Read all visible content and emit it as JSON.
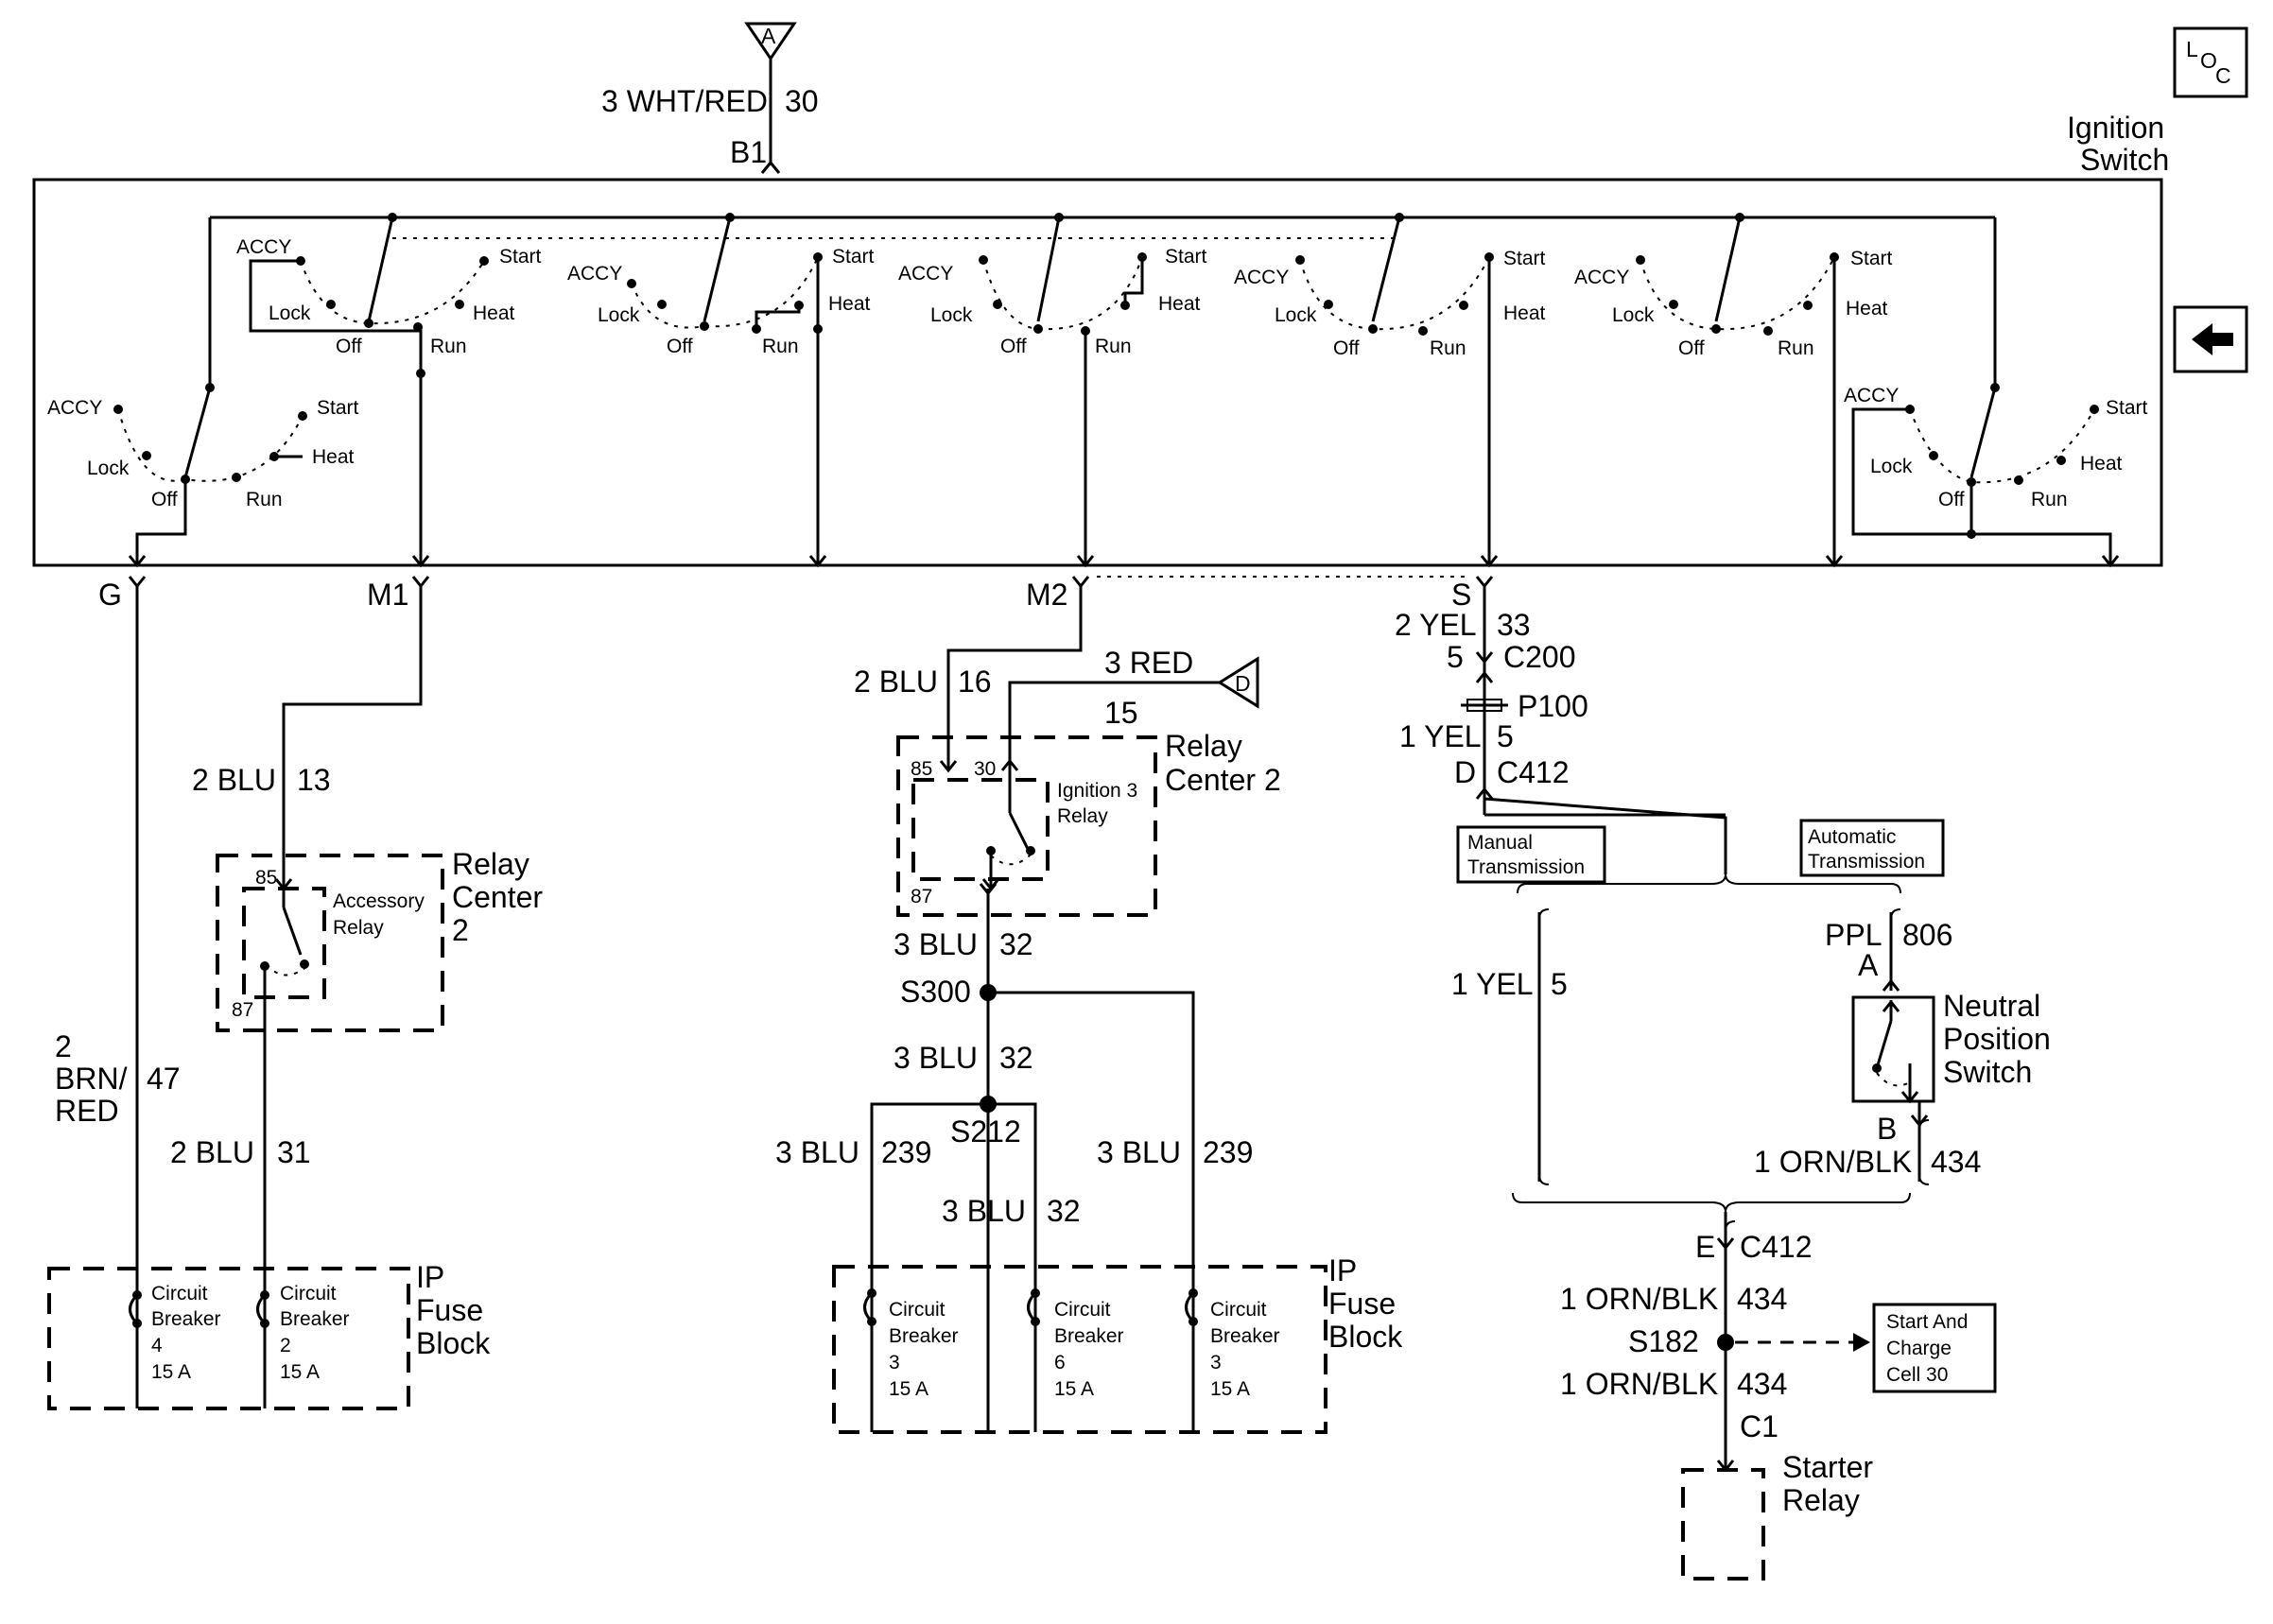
{
  "top": {
    "connector_a": "A",
    "wire_top": "3 WHT/RED",
    "wire_top_circuit": "30",
    "pin_b1": "B1",
    "loc_l": "L",
    "loc_o": "O",
    "loc_c": "C",
    "ignition_switch": [
      "Ignition",
      "Switch"
    ]
  },
  "positions": {
    "accy": "ACCY",
    "lock": "Lock",
    "off": "Off",
    "run": "Run",
    "start": "Start",
    "heat": "Heat"
  },
  "bottom_pins": {
    "g": "G",
    "m1": "M1",
    "m2": "M2",
    "s": "S"
  },
  "left": {
    "wire_brn_size": "2",
    "wire_brn_color": [
      "BRN/",
      "RED"
    ],
    "wire_brn_circuit": "47",
    "wire_m1": "2 BLU",
    "wire_m1_circuit": "13",
    "relay_center": [
      "Relay",
      "Center",
      "2"
    ],
    "accessory_relay": [
      "Accessory",
      "Relay"
    ],
    "pin_85": "85",
    "pin_87": "87",
    "wire_31": "2 BLU",
    "wire_31_circuit": "31",
    "cb4": [
      "Circuit",
      "Breaker",
      "4",
      "15 A"
    ],
    "cb2": [
      "Circuit",
      "Breaker",
      "2",
      "15 A"
    ],
    "ip_fuse_block": [
      "IP",
      "Fuse",
      "Block"
    ]
  },
  "middle": {
    "wire_m2": "2 BLU",
    "wire_m2_circuit": "16",
    "wire_red": "3 RED",
    "wire_red_circuit": "15",
    "connector_d": "D",
    "relay_center": [
      "Relay",
      "Center 2"
    ],
    "ignition3_relay": [
      "Ignition 3",
      "Relay"
    ],
    "pin_85": "85",
    "pin_30": "30",
    "pin_87": "87",
    "wire_32a": "3 BLU",
    "wire_32a_circuit": "32",
    "s300": "S300",
    "wire_32b": "3 BLU",
    "wire_32b_circuit": "32",
    "s212": "S212",
    "wire_239l": "3 BLU",
    "wire_239l_circuit": "239",
    "wire_239r": "3 BLU",
    "wire_239r_circuit": "239",
    "wire_32c": "3 BLU",
    "wire_32c_circuit": "32",
    "cb3a": [
      "Circuit",
      "Breaker",
      "3",
      "15 A"
    ],
    "cb6": [
      "Circuit",
      "Breaker",
      "6",
      "15 A"
    ],
    "cb3b": [
      "Circuit",
      "Breaker",
      "3",
      "15 A"
    ],
    "ip_fuse_block": [
      "IP",
      "Fuse",
      "Block"
    ]
  },
  "right": {
    "wire_s": "2 YEL",
    "wire_s_circuit": "33",
    "pin_5": "5",
    "c200": "C200",
    "p100": "P100",
    "wire_1yel": "1 YEL",
    "pin_5b": "5",
    "pin_d": "D",
    "c412": "C412",
    "manual": [
      "Manual",
      "Transmission"
    ],
    "automatic": [
      "Automatic",
      "Transmission"
    ],
    "wire_manual": "1 YEL",
    "wire_manual_circuit": "5",
    "ppl": "PPL",
    "ppl_circuit": "806",
    "pin_a": "A",
    "neutral_switch": [
      "Neutral",
      "Position",
      "Switch"
    ],
    "pin_b": "B",
    "wire_orn1": "1 ORN/BLK",
    "wire_orn1_circuit": "434",
    "pin_e": "E",
    "c412b": "C412",
    "wire_orn2": "1 ORN/BLK",
    "wire_orn2_circuit": "434",
    "s182": "S182",
    "start_charge": [
      "Start And",
      "Charge",
      "Cell 30"
    ],
    "wire_orn3": "1 ORN/BLK",
    "wire_orn3_circuit": "434",
    "pin_c1": "C1",
    "starter_relay": [
      "Starter",
      "Relay"
    ]
  }
}
